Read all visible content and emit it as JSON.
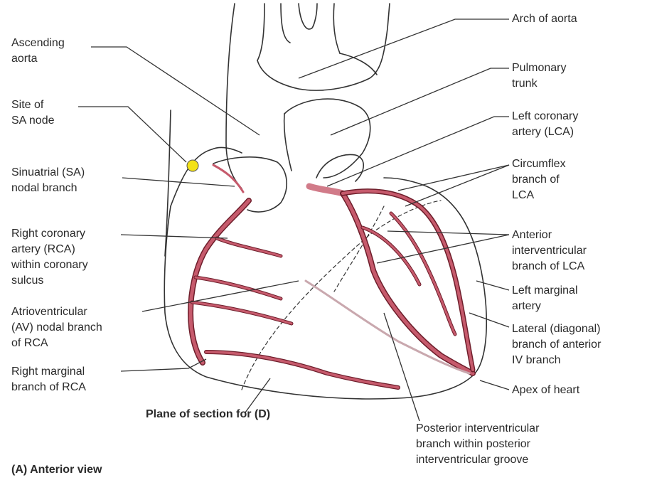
{
  "labels": {
    "ascending_aorta": "Ascending\naorta",
    "site_sa_node": "Site of\nSA node",
    "sa_nodal_branch": "Sinuatrial (SA)\nnodal branch",
    "rca": "Right coronary\nartery (RCA)\nwithin coronary\nsulcus",
    "av_nodal_branch": "Atrioventricular\n(AV) nodal branch\nof RCA",
    "right_marginal": "Right marginal\nbranch of RCA",
    "arch_of_aorta": "Arch of aorta",
    "pulmonary_trunk": "Pulmonary\ntrunk",
    "lca": "Left coronary\nartery (LCA)",
    "circumflex": "Circumflex\nbranch of\nLCA",
    "anterior_iv": "Anterior\ninterventricular\nbranch of LCA",
    "left_marginal": "Left marginal\nartery",
    "lateral_diagonal": "Lateral (diagonal)\nbranch of anterior\nIV branch",
    "apex": "Apex of heart",
    "posterior_iv": "Posterior interventricular\nbranch within posterior\ninterventricular groove",
    "plane_of_section": "Plane of section for (D)",
    "view_caption": "(A) Anterior view"
  },
  "colors": {
    "artery": "#b8485a",
    "artery_dark": "#6e1e2b",
    "sa_node": "#f3e216",
    "outline": "#333333"
  }
}
